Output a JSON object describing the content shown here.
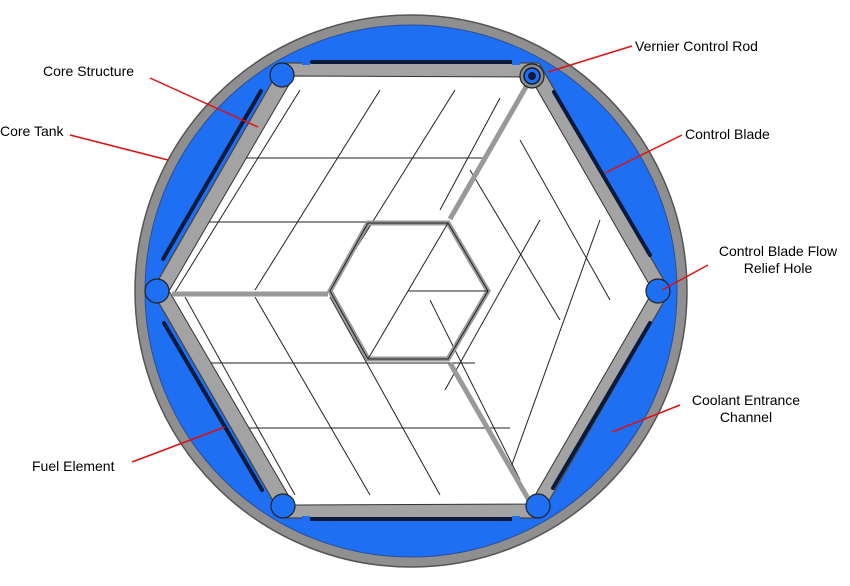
{
  "labels": {
    "core_structure": "Core Structure",
    "core_tank": "Core Tank",
    "vernier_control_rod": "Vernier Control Rod",
    "control_blade": "Control Blade",
    "control_blade_flow_relief_hole_line1": "Control Blade Flow",
    "control_blade_flow_relief_hole_line2": "Relief Hole",
    "coolant_entrance_channel_line1": "Coolant Entrance",
    "coolant_entrance_channel_line2": "Channel",
    "fuel_element": "Fuel Element"
  },
  "colors": {
    "coolant": "#1f6ff2",
    "core_tank_rim": "#8f8f8f",
    "structure": "#a3a3a3",
    "control_blade": "#0a1a3c",
    "fuel": "#ffffff",
    "leader_line": "#e01010"
  }
}
